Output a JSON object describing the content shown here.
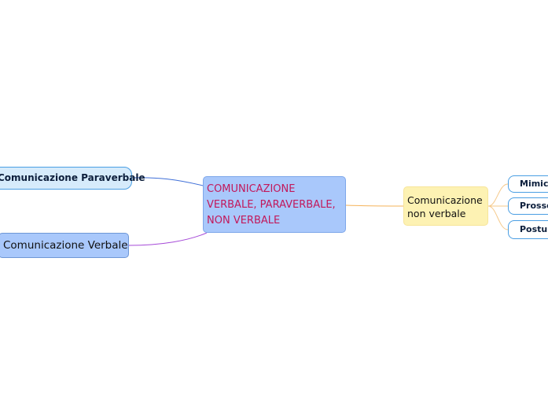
{
  "central_topic": {
    "label": "COMUNICAZIONE VERBALE, PARAVERBALE, NON VERBALE"
  },
  "branches": {
    "paraverbale": {
      "label": "Comunicazione Paraverbale"
    },
    "verbale": {
      "label": "Comunicazione Verbale"
    },
    "non_verbale": {
      "label": "Comunicazione non verbale",
      "children": [
        "Mimica",
        "Prossemica",
        "Postura"
      ]
    }
  },
  "colors": {
    "central_fill": "#a9c8fb",
    "central_text": "#c2185b",
    "paraverbale_fill": "#d6ebfb",
    "paraverbale_link": "#3f6fd8",
    "verbale_fill": "#a9c8fb",
    "verbale_link": "#a64bd8",
    "non_verbale_fill": "#fdf2b3",
    "non_verbale_link": "#f5b35a"
  }
}
